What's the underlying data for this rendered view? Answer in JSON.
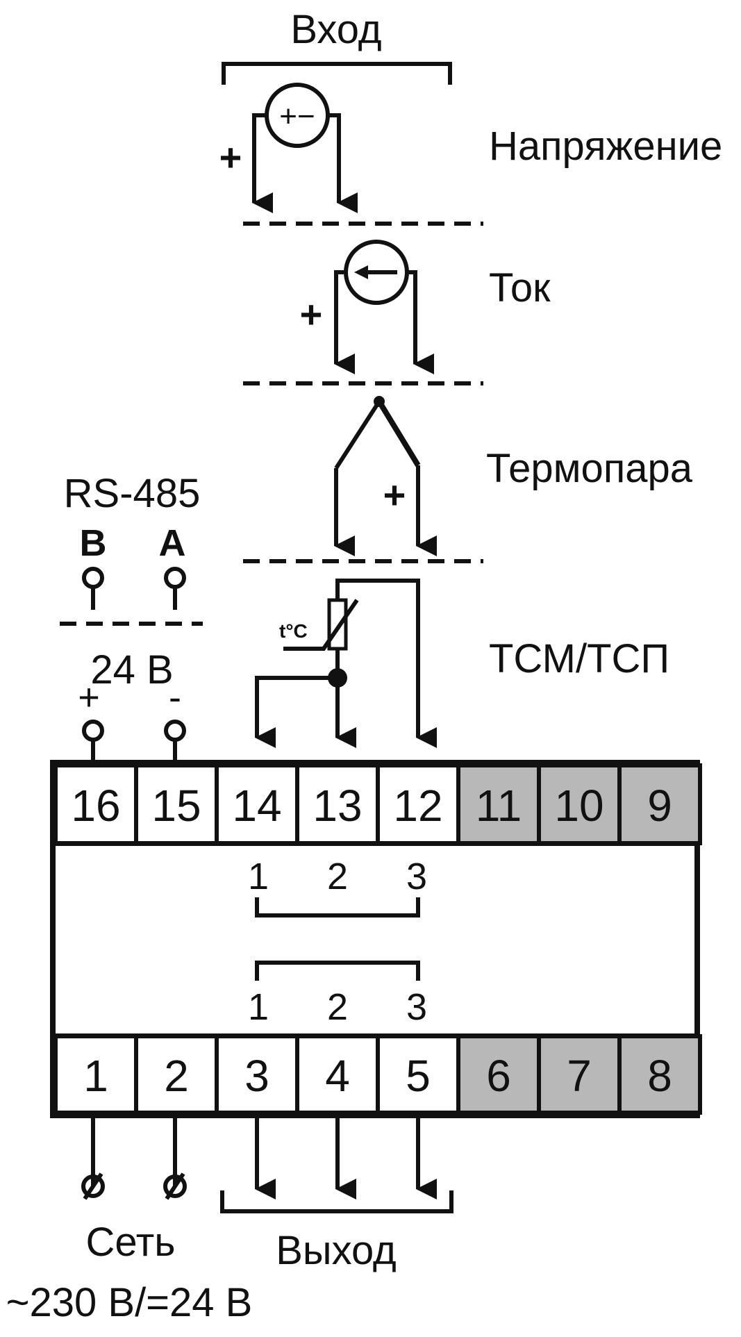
{
  "input": {
    "title": "Вход",
    "voltage": "Напряжение",
    "voltage_symbol": "+−",
    "current": "Ток",
    "thermocouple": "Термопара",
    "rtd": "ТСМ/ТСП",
    "rtd_symbol": "t°C",
    "plus_sign": "+"
  },
  "rs485": {
    "title": "RS-485",
    "b": "B",
    "a": "A"
  },
  "power24": {
    "title": "24 B",
    "plus": "+",
    "minus": "-"
  },
  "top_terminals": [
    "16",
    "15",
    "14",
    "13",
    "12",
    "11",
    "10",
    "9"
  ],
  "bottom_terminals": [
    "1",
    "2",
    "3",
    "4",
    "5",
    "6",
    "7",
    "8"
  ],
  "input_group_numbers": [
    "1",
    "2",
    "3"
  ],
  "output_group_numbers": [
    "1",
    "2",
    "3"
  ],
  "mains": {
    "title": "Сеть",
    "spec": "~230 B/=24 B"
  },
  "output": {
    "title": "Выход"
  },
  "colors": {
    "line": "#111111",
    "inactive_terminal": "#b8b8b8",
    "background": "#ffffff"
  }
}
